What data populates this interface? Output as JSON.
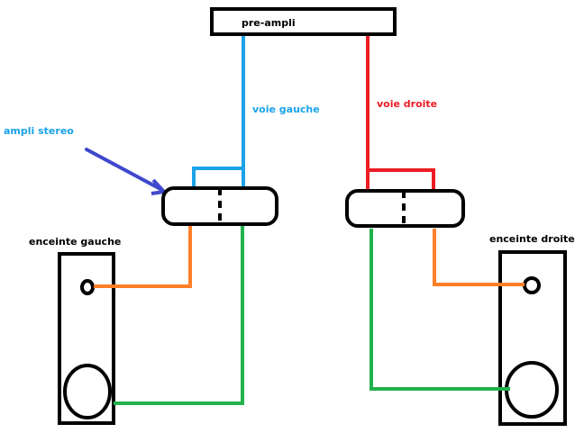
{
  "labels": {
    "preamp": "pre-ampli",
    "amp": "ampli stereo",
    "left_channel": "voie gauche",
    "right_channel": "voie droite",
    "left_speaker": "enceinte gauche",
    "right_speaker": "enceinte droite"
  },
  "colors": {
    "left_channel": "#1aa3e8",
    "right_channel": "#ed1c24",
    "tweeter_wire": "#ff7f27",
    "woofer_wire": "#22b14c",
    "arrow": "#3f48cc",
    "outline": "#000000"
  }
}
